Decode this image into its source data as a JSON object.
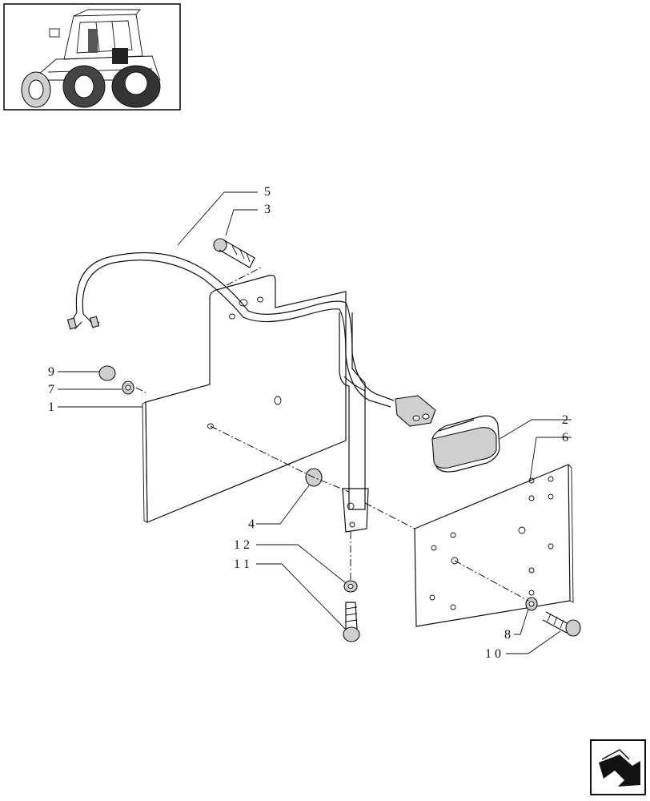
{
  "callouts": {
    "c5": "5",
    "c3": "3",
    "c9": "9",
    "c7": "7",
    "c1": "1",
    "c2": "2",
    "c6": "6",
    "c4": "4",
    "c12": "1 2",
    "c11": "1 1",
    "c8": "8",
    "c10": "1 0"
  },
  "icons": {
    "thumbnail": "tractor-rear-thumbnail-icon",
    "nav": "next-page-arrow-icon"
  }
}
